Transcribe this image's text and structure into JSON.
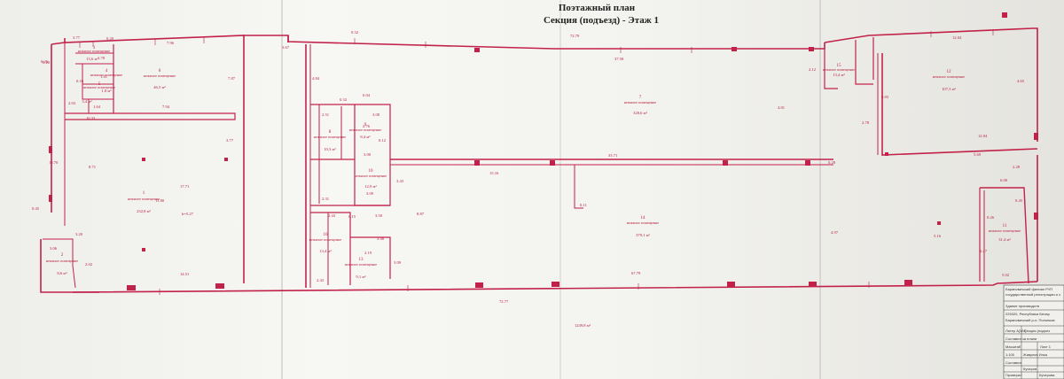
{
  "header": {
    "line1": "Поэтажный план",
    "line2": "Секция (подъезд) -  Этаж 1"
  },
  "room_type": "нежилое помещение",
  "rooms": [
    {
      "n": "1",
      "area": "232,8 м²"
    },
    {
      "n": "2",
      "area": "8,6 м²"
    },
    {
      "n": "3",
      "area": "15,6 м²"
    },
    {
      "n": "4",
      "area": "1,8 м²"
    },
    {
      "n": "5",
      "area": "3,4 м²"
    },
    {
      "n": "6",
      "area": "46,5 м²"
    },
    {
      "n": "7",
      "area": "328,6 м²"
    },
    {
      "n": "8",
      "area": "10,3 м²"
    },
    {
      "n": "9",
      "area": "8,4 м²"
    },
    {
      "n": "10",
      "area": "12,9 м²"
    },
    {
      "n": "11",
      "area": "31,4 м²"
    },
    {
      "n": "12",
      "area": "107,3 м²"
    },
    {
      "n": "13",
      "area": "9,1 м²"
    },
    {
      "n": "14",
      "area": "379,1 м²"
    },
    {
      "n": "15",
      "area": "13,4 м²"
    },
    {
      "n": "16",
      "area": "13,4 м²"
    }
  ],
  "dims": {
    "d1": "3.77",
    "d2": "0.20",
    "d3": "7.96",
    "d4": "1.78",
    "d5": "1.61",
    "d6": "0.16",
    "d7": "1.64",
    "d8": "0.20",
    "d9": "2.03",
    "d10": "7.94",
    "d11": "10.33",
    "d12": "18.70",
    "d13": "8.71",
    "d14": "17.71",
    "d15": "11.80",
    "d16": "h=5.27",
    "d17": "0.45",
    "d18": "3.20",
    "d19": "3.06",
    "d20": "2.02",
    "d21": "14.51",
    "d22": "0.26",
    "d23": "7.87",
    "d24": "3.77",
    "d25": "3.67",
    "d26": "0.32",
    "d27": "72.79",
    "d28": "37.58",
    "d29": "4.84",
    "d30": "0.32",
    "d31": "0.04",
    "d32": "2.51",
    "d33": "3.08",
    "d34": "2.76",
    "d35": "3.00",
    "d36": "0.12",
    "d37": "2.31",
    "d38": "3.09",
    "d39": "3.43",
    "d40": "2.43",
    "d41": "0.15",
    "d42": "3.50",
    "d43": "3.48",
    "d44": "2.19",
    "d45": "3.09",
    "d46": "2.43",
    "d47": "15.16",
    "d48": "33.71",
    "d49": "67.79",
    "d50": "72.77",
    "d51": "0.11",
    "d52": "12.04",
    "d53": "5.69",
    "d54": "4.65",
    "d55": "6.83",
    "d56": "0.28",
    "d57": "6.00",
    "d58": "6.27",
    "d59": "5.02",
    "d60": "0.26",
    "d61": "12.04",
    "d62": "2.12",
    "d63": "0.45",
    "d64": "4.97",
    "d65": "5.16",
    "d66": "4.81",
    "d67": "2.78",
    "d68": "2.28",
    "d69": "8.87"
  },
  "total_area": "1249,8 м²",
  "title_block": {
    "r1": "Барановичский филиал РУП",
    "r2": "государственной регистрации и з",
    "r3": "Здание производств",
    "r4": "225320, Республика Белар",
    "r5": "Барановичский р-н, Полонков",
    "r6": "Литер А[1/И]",
    "r7": "Секция (подъез",
    "r8": "Составил за плани",
    "r9": "Масштаб",
    "r10": "1:100",
    "r11": "Составил",
    "r12": "Проверил",
    "r13": "Лист 1",
    "r14": "Живулин Илья",
    "r15": "Кучеров",
    "r16": "Кучерова"
  }
}
